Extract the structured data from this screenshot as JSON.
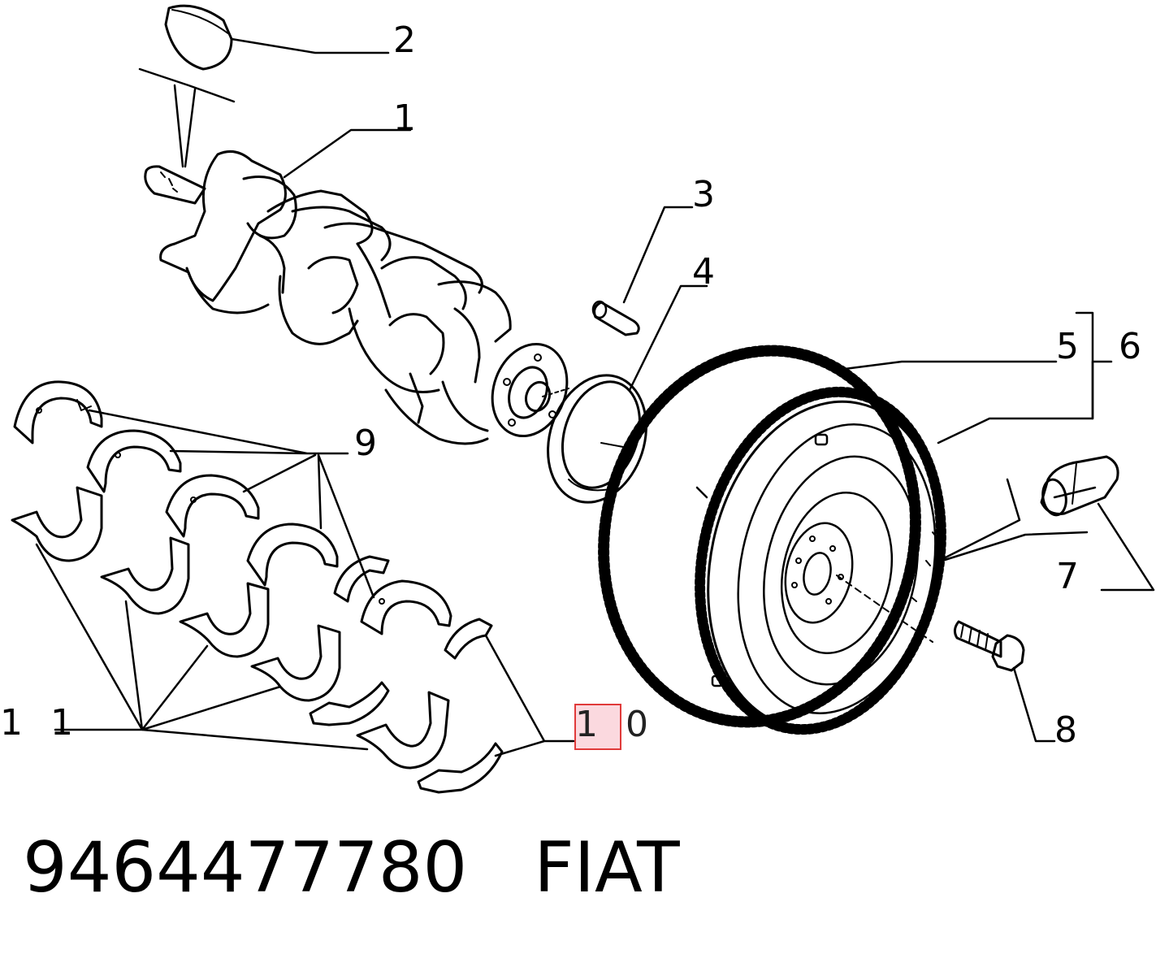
{
  "diagram": {
    "callouts": [
      "1",
      "2",
      "3",
      "4",
      "5",
      "6",
      "7",
      "8",
      "9",
      "10",
      "11"
    ],
    "callouts_spaced": {
      "10": "1 0",
      "11": "1 1"
    },
    "highlighted_callout": "10",
    "highlight_color": "#e03a3a"
  },
  "caption": {
    "part_number": "9464477780",
    "brand": "FIAT"
  }
}
